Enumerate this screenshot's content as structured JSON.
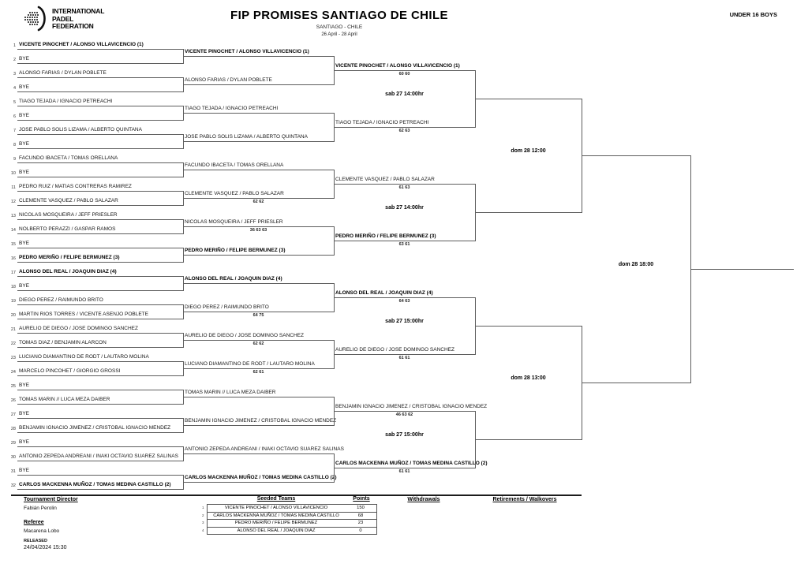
{
  "header": {
    "logo_line1": "INTERNATIONAL",
    "logo_line2": "PADEL",
    "logo_line3": "FEDERATION",
    "title": "FIP PROMISES SANTIAGO DE CHILE",
    "subtitle1": "SANTIAGO - CHILE",
    "subtitle2": "26 April - 28 April",
    "category": "UNDER 16 BOYS"
  },
  "bracket": {
    "round1": [
      {
        "n": 1,
        "name": "VICENTE PINOCHET / ALONSO VILLAVICENCIO (1)",
        "seed": true
      },
      {
        "n": 2,
        "name": "BYE",
        "seed": false
      },
      {
        "n": 3,
        "name": "ALONSO FARIAS / DYLAN POBLETE",
        "seed": false
      },
      {
        "n": 4,
        "name": "BYE",
        "seed": false
      },
      {
        "n": 5,
        "name": "TIAGO TEJADA / IGNACIO PETREACHI",
        "seed": false
      },
      {
        "n": 6,
        "name": "BYE",
        "seed": false
      },
      {
        "n": 7,
        "name": "JOSE PABLO SOLIS LIZAMA / ALBERTO QUINTANA",
        "seed": false
      },
      {
        "n": 8,
        "name": "BYE",
        "seed": false
      },
      {
        "n": 9,
        "name": "FACUNDO IBACETA / TOMAS ORELLANA",
        "seed": false
      },
      {
        "n": 10,
        "name": "BYE",
        "seed": false
      },
      {
        "n": 11,
        "name": "PEDRO RUIZ / MATIAS CONTRERAS RAMIREZ",
        "seed": false
      },
      {
        "n": 12,
        "name": "CLEMENTE VASQUEZ / PABLO SALAZAR",
        "seed": false
      },
      {
        "n": 13,
        "name": "NICOLAS MOSQUEIRA / JEFF PRIESLER",
        "seed": false
      },
      {
        "n": 14,
        "name": "NOLBERTO PERAZZI / GASPAR RAMOS",
        "seed": false
      },
      {
        "n": 15,
        "name": "BYE",
        "seed": false
      },
      {
        "n": 16,
        "name": "PEDRO MERIÑO / FELIPE BERMUNEZ (3)",
        "seed": true
      },
      {
        "n": 17,
        "name": "ALONSO DEL REAL / JOAQUIN DIAZ (4)",
        "seed": true
      },
      {
        "n": 18,
        "name": "BYE",
        "seed": false
      },
      {
        "n": 19,
        "name": "DIEGO PEREZ / RAIMUNDO BRITO",
        "seed": false
      },
      {
        "n": 20,
        "name": "MARTIN RIOS TORRES / VICENTE ASENJO POBLETE",
        "seed": false
      },
      {
        "n": 21,
        "name": "AURELIO DE DIEGO / JOSE DOMINGO SANCHEZ",
        "seed": false
      },
      {
        "n": 22,
        "name": "TOMAS DIAZ / BENJAMIN ALARCON",
        "seed": false
      },
      {
        "n": 23,
        "name": "LUCIANO DIAMANTINO DE RODT / LAUTARO MOLINA",
        "seed": false
      },
      {
        "n": 24,
        "name": "MARCELO PINCOHET / GIORGIO GROSSI",
        "seed": false
      },
      {
        "n": 25,
        "name": "BYE",
        "seed": false
      },
      {
        "n": 26,
        "name": "TOMAS MARIN // LUCA MEZA DAIBER",
        "seed": false
      },
      {
        "n": 27,
        "name": "BYE",
        "seed": false
      },
      {
        "n": 28,
        "name": "BENJAMIN IGNACIO JIMENEZ / CRISTOBAL IGNACIO MENDEZ",
        "seed": false
      },
      {
        "n": 29,
        "name": "BYE",
        "seed": false
      },
      {
        "n": 30,
        "name": "ANTONIO ZEPEDA ANDREANI / INAKI OCTAVIO SUAREZ SALINAS",
        "seed": false
      },
      {
        "n": 31,
        "name": "BYE",
        "seed": false
      },
      {
        "n": 32,
        "name": "CARLOS MACKENNA MUÑOZ / TOMAS MEDINA CASTILLO (2)",
        "seed": true
      }
    ],
    "round2": [
      {
        "name": "VICENTE PINOCHET / ALONSO VILLAVICENCIO (1)",
        "seed": true,
        "score": ""
      },
      {
        "name": "ALONSO FARIAS / DYLAN POBLETE",
        "seed": false,
        "score": ""
      },
      {
        "name": "TIAGO TEJADA / IGNACIO PETREACHI",
        "seed": false,
        "score": ""
      },
      {
        "name": "JOSE PABLO SOLIS LIZAMA / ALBERTO QUINTANA",
        "seed": false,
        "score": ""
      },
      {
        "name": "FACUNDO IBACETA / TOMAS ORELLANA",
        "seed": false,
        "score": ""
      },
      {
        "name": "CLEMENTE VASQUEZ / PABLO SALAZAR",
        "seed": false,
        "score": "62 62"
      },
      {
        "name": "NICOLAS MOSQUEIRA / JEFF PRIESLER",
        "seed": false,
        "score": "36 63 63"
      },
      {
        "name": "PEDRO MERIÑO / FELIPE BERMUNEZ (3)",
        "seed": true,
        "score": ""
      },
      {
        "name": "ALONSO DEL REAL / JOAQUIN DIAZ (4)",
        "seed": true,
        "score": ""
      },
      {
        "name": "DIEGO PEREZ / RAIMUNDO BRITO",
        "seed": false,
        "score": "64 75"
      },
      {
        "name": "AURELIO DE DIEGO / JOSE DOMINGO SANCHEZ",
        "seed": false,
        "score": "62 62"
      },
      {
        "name": "LUCIANO DIAMANTINO DE RODT / LAUTARO MOLINA",
        "seed": false,
        "score": "62 61"
      },
      {
        "name": "TOMAS MARIN // LUCA MEZA DAIBER",
        "seed": false,
        "score": ""
      },
      {
        "name": "BENJAMIN IGNACIO JIMENEZ / CRISTOBAL IGNACIO MENDEZ",
        "seed": false,
        "score": ""
      },
      {
        "name": "ANTONIO ZEPEDA ANDREANI / INAKI OCTAVIO SUAREZ SALINAS",
        "seed": false,
        "score": ""
      },
      {
        "name": "CARLOS MACKENNA MUÑOZ / TOMAS MEDINA CASTILLO (2)",
        "seed": true,
        "score": ""
      }
    ],
    "quarterfinals": [
      {
        "name": "VICENTE PINOCHET / ALONSO VILLAVICENCIO (1)",
        "seed": true,
        "score": "60 60"
      },
      {
        "name": "TIAGO TEJADA / IGNACIO PETREACHI",
        "seed": false,
        "score": "62 63"
      },
      {
        "name": "CLEMENTE VASQUEZ / PABLO SALAZAR",
        "seed": false,
        "score": "61 63"
      },
      {
        "name": "PEDRO MERIÑO / FELIPE BERMUNEZ (3)",
        "seed": true,
        "score": "63 61"
      },
      {
        "name": "ALONSO DEL REAL / JOAQUIN DIAZ (4)",
        "seed": true,
        "score": "64 63"
      },
      {
        "name": "AURELIO DE DIEGO / JOSE DOMINGO SANCHEZ",
        "seed": false,
        "score": "61 61"
      },
      {
        "name": "BENJAMIN IGNACIO JIMENEZ / CRISTOBAL IGNACIO MENDEZ",
        "seed": false,
        "score": "46 63 62"
      },
      {
        "name": "CARLOS MACKENNA MUÑOZ / TOMAS MEDINA CASTILLO (2)",
        "seed": true,
        "score": "61 61"
      }
    ],
    "qf_times": [
      "sab 27 14:00hr",
      "sab 27 14:00hr",
      "sab 27 15:00hr",
      "sab 27 15:00hr"
    ],
    "sf_times": [
      "dom 28 12:00",
      "dom 28 13:00"
    ],
    "final_time": "dom 28 18:00"
  },
  "footer": {
    "director_label": "Tournament Director",
    "director": "Fabián Perolin",
    "referee_label": "Referee",
    "referee": "Macarena Lobo",
    "released_label": "RELEASED",
    "released_datetime": "24/04/2024 15:30",
    "seeded_table": {
      "title": "Seeded Teams",
      "points_label": "Points",
      "rows": [
        {
          "seed": 1,
          "team": "VICENTE PINOCHET / ALONSO VILLAVICENCIO",
          "points": "150"
        },
        {
          "seed": 2,
          "team": "CARLOS MACKENNA MUÑOZ / TOMAS MEDINA CASTILLO",
          "points": "68"
        },
        {
          "seed": 3,
          "team": "PEDRO MERIÑO / FELIPE BERMUNEZ",
          "points": "23"
        },
        {
          "seed": 4,
          "team": "ALONSO DEL REAL / JOAQUIN DIAZ",
          "points": "0"
        }
      ]
    },
    "withdrawals_label": "Withdrawals",
    "retirements_label": "Retirements / Walkovers"
  }
}
